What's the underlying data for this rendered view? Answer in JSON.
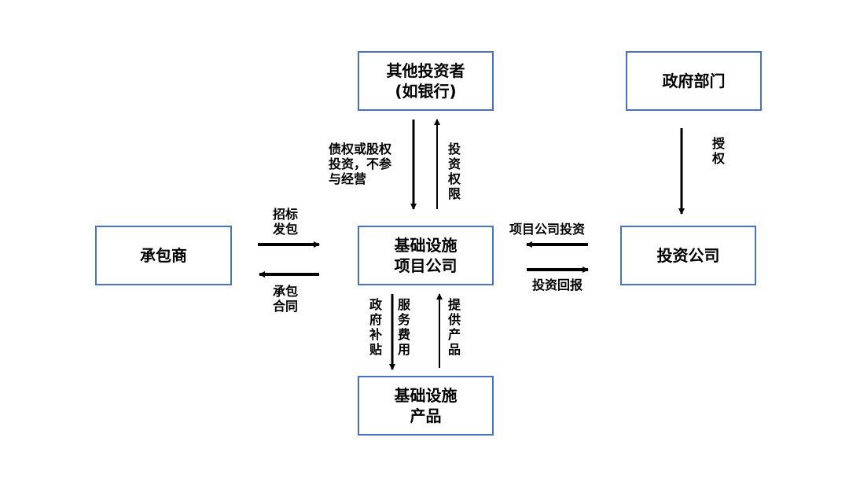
{
  "nodes": {
    "other_investors": {
      "line1": "其他投资者",
      "line2": "(如银行)"
    },
    "government": {
      "line1": "政府部门"
    },
    "contractor": {
      "line1": "承包商"
    },
    "project_company": {
      "line1": "基础设施",
      "line2": "项目公司"
    },
    "investment_company": {
      "line1": "投资公司"
    },
    "infrastructure_product": {
      "line1": "基础设施",
      "line2": "产品"
    }
  },
  "edges": {
    "debt_equity": {
      "line1": "债权或股权",
      "line2": "投资，不参",
      "line3": "与经营"
    },
    "investment_rights": "投资权限",
    "authorization": "授权",
    "bidding": {
      "line1": "招标",
      "line2": "发包"
    },
    "contract": {
      "line1": "承包",
      "line2": "合同"
    },
    "project_investment": "项目公司投资",
    "investment_return": "投资回报",
    "gov_subsidy": "政府补贴",
    "service_fee": "服务费用",
    "provide_product": "提供产品"
  },
  "colors": {
    "box_border": "#4a72c4",
    "arrow": "#000000"
  }
}
